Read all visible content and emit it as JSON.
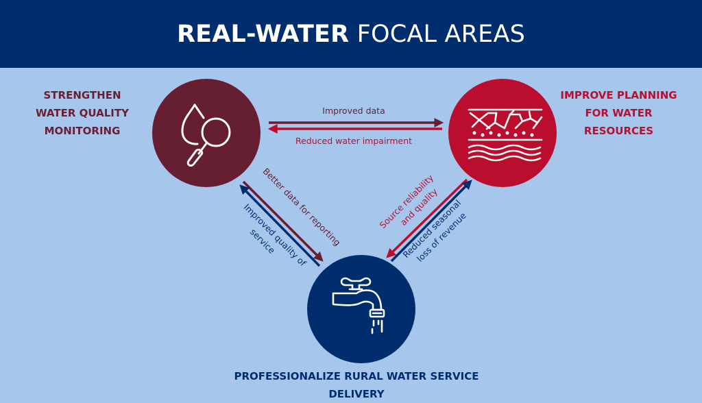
{
  "header": {
    "title_bold": "REAL-WATER",
    "title_rest": " FOCAL AREAS"
  },
  "focal_areas": {
    "left": {
      "lines": [
        "STRENGTHEN",
        "WATER QUALITY",
        "MONITORING"
      ],
      "icon": "water-drop-magnifier-icon",
      "color": "#661e31"
    },
    "right": {
      "lines": [
        "IMPROVE PLANNING",
        "FOR WATER",
        "RESOURCES"
      ],
      "icon": "soil-water-layers-icon",
      "color": "#bb0e2e"
    },
    "bottom": {
      "label": "PROFESSIONALIZE RURAL WATER SERVICE DELIVERY",
      "icon": "water-tap-icon",
      "color": "#002d6e"
    }
  },
  "arrows": {
    "top_to_right": "Improved data",
    "top_to_left": "Reduced water impairment",
    "left_diag_down": "Better  data for reporting",
    "left_diag_up_1": "Improved quality of",
    "left_diag_up_2": "service",
    "right_diag_down_1": "Source reliability",
    "right_diag_down_2": "and quality",
    "right_diag_up_1": "Reduced seasonal",
    "right_diag_up_2": "loss of revenue"
  },
  "colors": {
    "background": "#a7c6ec",
    "header": "#002d6e",
    "maroon": "#661e31",
    "red": "#bb0e2e",
    "navy": "#002d6e"
  }
}
